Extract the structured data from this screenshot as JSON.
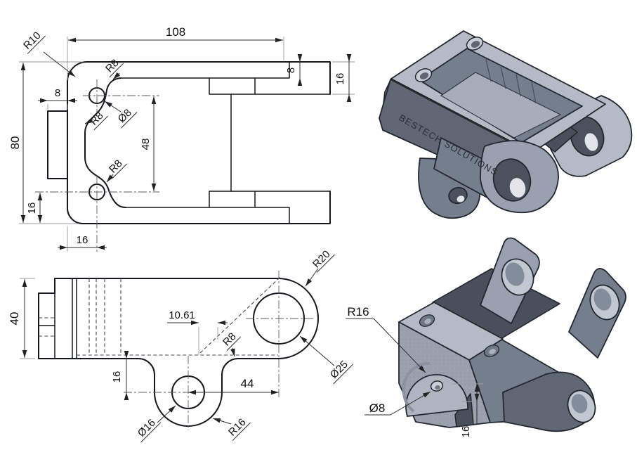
{
  "drawing": {
    "top_view": {
      "length": "108",
      "height": "80",
      "corner_radius": "R10",
      "fillet_top": "R8",
      "fillet_mid": "R8",
      "fillet_bottom": "R8",
      "hole_diameter": "Ø8",
      "hole_spacing": "48",
      "tab_width": "8",
      "hole_offset_bottom": "16",
      "hole_offset_left": "16",
      "plate_thickness": "8",
      "lug_thickness": "16"
    },
    "front_view": {
      "height": "40",
      "tangent_offset": "10.61",
      "stem_fillet": "R8",
      "lug_radius": "R20",
      "bore_diameter": "Ø25",
      "lug_distance": "44",
      "lug_drop": "16",
      "small_hole_diameter": "Ø16",
      "small_lug_radius": "R16"
    },
    "iso_top": {
      "engraving": "BESTECH SOLUTIONS"
    },
    "iso_bottom": {
      "boss_radius": "R16",
      "boss_hole_diameter": "Ø8",
      "boss_height": "16"
    },
    "colors": {
      "part_light": "#b4bbc7",
      "part_mid": "#99a1b0",
      "part_dark": "#5f6774",
      "part_darker": "#49505c",
      "outline": "#232730",
      "dimension_line": "#2c2c2c",
      "extension_line": "#9b9b9b",
      "background": "#ffffff"
    }
  }
}
